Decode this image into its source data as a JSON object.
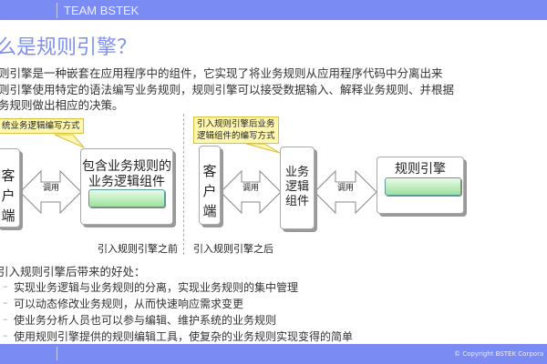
{
  "header": {
    "brand": "TEAM BSTEK"
  },
  "title": "么是规则引擎？",
  "intro": [
    "则引擎是一种嵌套在应用程序中的组件，它实现了将业务规则从应用程序代码中分离出来",
    "则引擎使用特定的语法编写业务规则，规则引擎可以接受数据输入、解释业务规则、并根据",
    "务规则做出相应的决策。"
  ],
  "diagram": {
    "before": {
      "callout": "统业务逻辑编写方式",
      "client": [
        "客",
        "户",
        "端"
      ],
      "arrow_label": "调用",
      "component": [
        "包含业务规则的",
        "业务逻辑组件"
      ],
      "caption": "引入规则引擎之前"
    },
    "after": {
      "callout": [
        "引入规则引擎后业务",
        "逻辑组件的编写方式"
      ],
      "client": [
        "客",
        "户",
        "端"
      ],
      "arrow_label_1": "调用",
      "component": [
        "业务",
        "逻辑",
        "组件"
      ],
      "arrow_label_2": "调用",
      "engine": "规则引擎",
      "caption": "引入规则引擎之后"
    }
  },
  "benefits": {
    "heading": "引入规则引擎后带来的好处：",
    "items": [
      "实现业务逻辑与业务规则的分离，实现业务规则的集中管理",
      "可以动态修改业务规则，从而快速响应需求变更",
      "使业务分析人员也可以参与编辑、维护系统的业务规则",
      "使用规则引擎提供的规则编辑工具，使复杂的业务规则实现变得的简单"
    ]
  },
  "footer": {
    "copyright": "© Copyright BSTEK  Corpora"
  },
  "colors": {
    "bar": "#7b8bf4",
    "title": "#7f90ee",
    "callout": "#fff7b0"
  }
}
